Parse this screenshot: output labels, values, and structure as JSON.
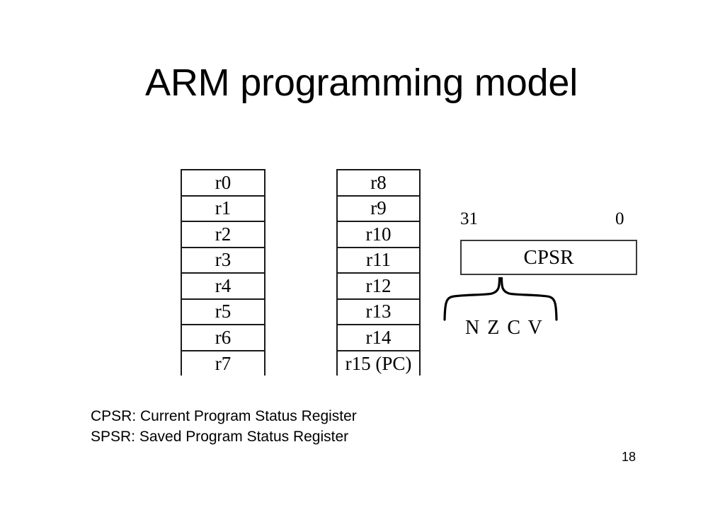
{
  "slide": {
    "title": "ARM programming model",
    "page_number": "18",
    "background_color": "#ffffff",
    "text_color": "#000000",
    "border_color": "#1a1a1a"
  },
  "register_file": {
    "left_column": [
      "r0",
      "r1",
      "r2",
      "r3",
      "r4",
      "r5",
      "r6",
      "r7"
    ],
    "right_column": [
      "r8",
      "r9",
      "r10",
      "r11",
      "r12",
      "r13",
      "r14",
      "r15 (PC)"
    ]
  },
  "status_register": {
    "high_bit_label": "31",
    "low_bit_label": "0",
    "name": "CPSR",
    "flags": "N Z C V",
    "brace_icon": "curly-brace-up-icon"
  },
  "legend": {
    "lines": [
      "CPSR: Current Program Status Register",
      "SPSR: Saved Program Status Register"
    ],
    "line1": "CPSR: Current Program Status Register",
    "line2": "SPSR: Saved Program Status Register"
  }
}
